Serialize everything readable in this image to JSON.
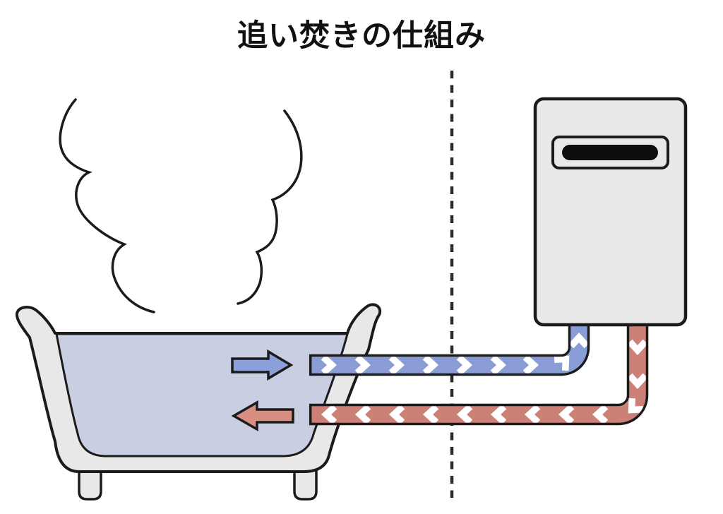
{
  "title": "追い焚きの仕組み",
  "colors": {
    "background": "#FFFFFF",
    "outline": "#1B1B1B",
    "tub_body": "#E8E8E8",
    "heater_body": "#E9E9E9",
    "heater_vent_bar": "#0D0D0D",
    "water": "#C9CEE2",
    "pipe_cold": "#8A9CD6",
    "pipe_hot": "#CC8078",
    "arrow_cold": "#8BA0DB",
    "arrow_hot": "#D98E84",
    "chevron": "#FFFFFF",
    "dashed_line": "#2A2A2A"
  },
  "icons": {
    "steam": "wavy-steam-lines",
    "cold_water_arrow": "right-arrow",
    "hot_water_arrow": "left-arrow",
    "cold_water_pipe": "chevron-flow-right-up",
    "hot_water_pipe": "chevron-flow-down-left",
    "boundary": "vertical-dashed-line"
  }
}
